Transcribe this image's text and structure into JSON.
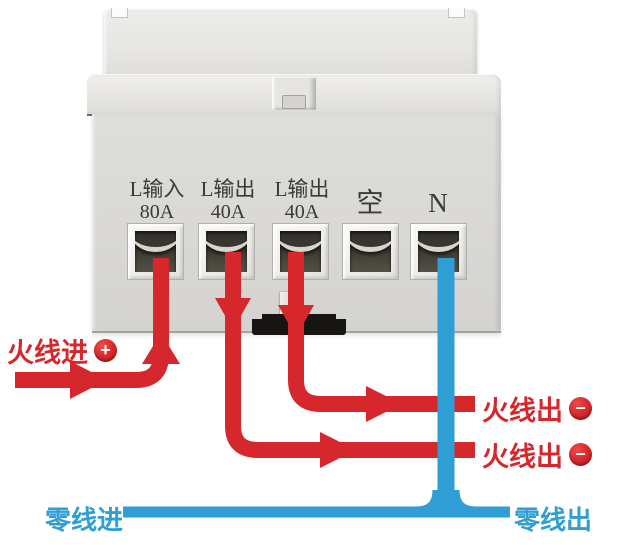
{
  "device": {
    "name": "din-rail-power-controller",
    "terminals": [
      {
        "label": "L输入",
        "rating": "80A"
      },
      {
        "label": "L输出",
        "rating": "40A"
      },
      {
        "label": "L输出",
        "rating": "40A"
      },
      {
        "label": "空",
        "rating": ""
      },
      {
        "label": "N",
        "rating": ""
      }
    ]
  },
  "wiring": {
    "live_in": {
      "label": "火线进",
      "symbol": "+"
    },
    "live_out_top": {
      "label": "火线出",
      "symbol": "−"
    },
    "live_out_bottom": {
      "label": "火线出",
      "symbol": "−"
    },
    "neutral_in": {
      "label": "零线进"
    },
    "neutral_out": {
      "label": "零线出"
    }
  },
  "colors": {
    "live_wire": "#d5272c",
    "neutral_wire": "#2e9ed5",
    "terminal_text": "#3b3a36",
    "device_body": "#d9d8d4",
    "clip_black": "#161511"
  }
}
